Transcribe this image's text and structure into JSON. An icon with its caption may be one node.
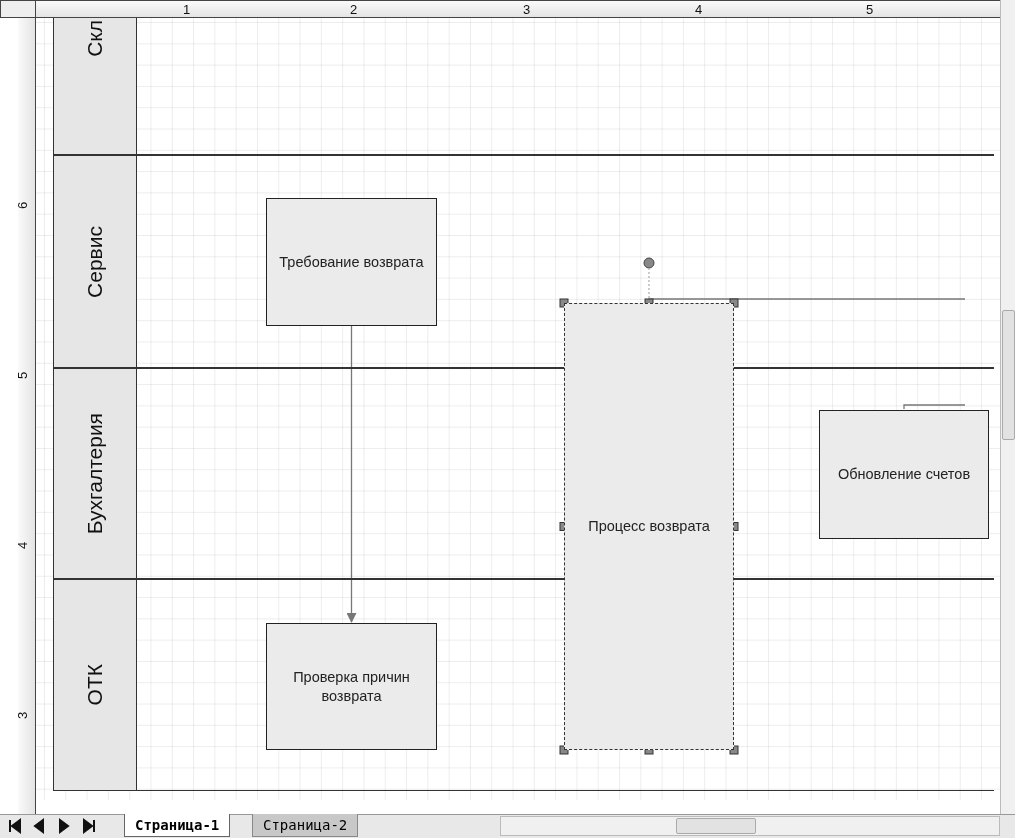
{
  "diagram": {
    "nodes": [
      {
        "text": [
          "Скл"
        ]
      },
      {
        "text": [
          "Сервис"
        ]
      },
      {
        "text": [
          "Требование возврата"
        ],
        "in": 1
      },
      {
        "text": [
          "Бухгалтерия"
        ]
      },
      {
        "text": [
          "Обновление счетов"
        ],
        "in": 3
      },
      {
        "text": [
          "ОТК"
        ]
      },
      {
        "text": [
          "Проверка причин возврата"
        ],
        "in": 5
      },
      {
        "text": [
          "Процесс возврата"
        ]
      }
    ],
    "edges": [
      {
        "from": 2,
        "to": 6,
        "arrow": "to"
      },
      {
        "from": 7,
        "to": null,
        "arrow": "none"
      },
      {
        "from": 4,
        "to": null,
        "arrow": "none"
      }
    ],
    "labels": [
      "1",
      "2",
      "3",
      "4",
      "5",
      "6",
      "5",
      "4",
      "3",
      "Страница-1",
      "Страница-2"
    ]
  }
}
